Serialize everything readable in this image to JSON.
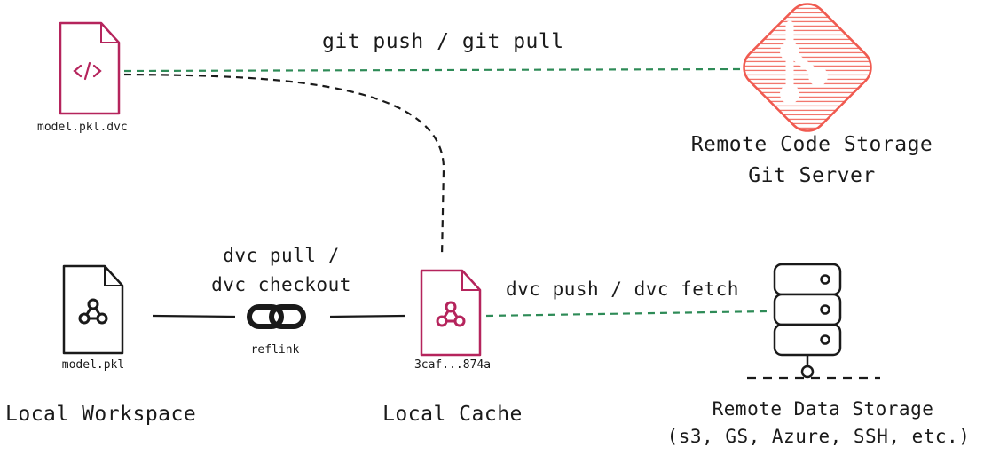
{
  "edges": {
    "git_sync": "git push / git pull",
    "dvc_pull_line1": "dvc pull /",
    "dvc_pull_line2": "dvc checkout",
    "dvc_push": "dvc push / dvc fetch",
    "link_caption": "reflink"
  },
  "nodes": {
    "dvc_file": {
      "filename": "model.pkl.dvc"
    },
    "git_server": {
      "line1": "Remote Code Storage",
      "line2": "Git Server"
    },
    "workspace": {
      "filename": "model.pkl",
      "title": "Local Workspace"
    },
    "cache": {
      "filename": "3caf...874a",
      "title": "Local Cache"
    },
    "data_storage": {
      "line1": "Remote Data Storage",
      "line2": "(s3, GS, Azure, SSH, etc.)"
    }
  },
  "colors": {
    "crimson": "#b5245c",
    "green_dashed": "#2e8b57",
    "git_red": "#f05a50",
    "ink": "#1a1a1a"
  }
}
